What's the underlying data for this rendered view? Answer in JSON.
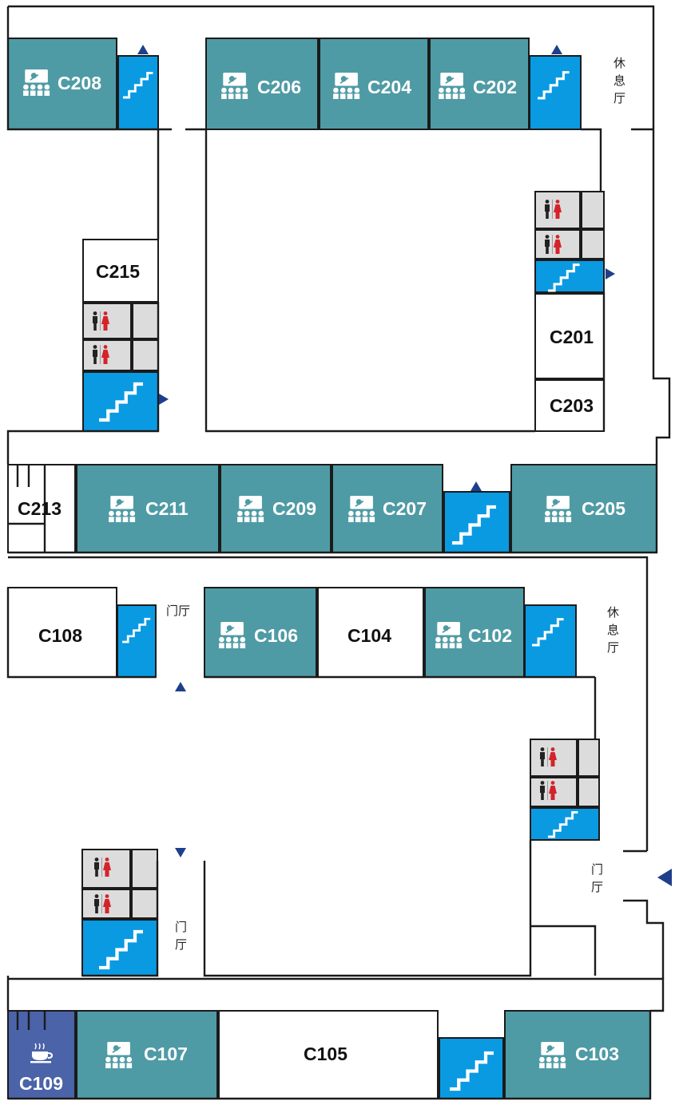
{
  "colors": {
    "classroom": "#4f9ba5",
    "stair": "#0a9ae2",
    "cafe": "#4b63a8",
    "restroom": "#dcdcdc",
    "wall": "#1b1b1b",
    "arrow": "#1d3f8c",
    "male": "#222222",
    "female": "#d4232a",
    "label_dark": "#111111",
    "label_light": "#ffffff"
  },
  "floor2": {
    "rooms": {
      "c208": "C208",
      "c206": "C206",
      "c204": "C204",
      "c202": "C202",
      "c215": "C215",
      "c201": "C201",
      "c203": "C203",
      "c213": "C213",
      "c211": "C211",
      "c209": "C209",
      "c207": "C207",
      "c205": "C205"
    },
    "lounge_chars": [
      "休",
      "息",
      "厅"
    ]
  },
  "floor1": {
    "rooms": {
      "c108": "C108",
      "c106": "C106",
      "c104": "C104",
      "c102": "C102",
      "c109": "C109",
      "c107": "C107",
      "c105": "C105",
      "c103": "C103"
    },
    "lobby_top": "门厅",
    "lounge_chars": [
      "休",
      "息",
      "厅"
    ],
    "lobby_right_chars": [
      "门",
      "厅"
    ],
    "lobby_left_chars": [
      "门",
      "厅"
    ]
  },
  "icons": {
    "classroom": "lecture-room-icon",
    "stairs": "staircase-icon",
    "restroom": "restroom-icon",
    "cafe": "coffee-cup-icon",
    "entrance": "entrance-arrow-icon"
  }
}
